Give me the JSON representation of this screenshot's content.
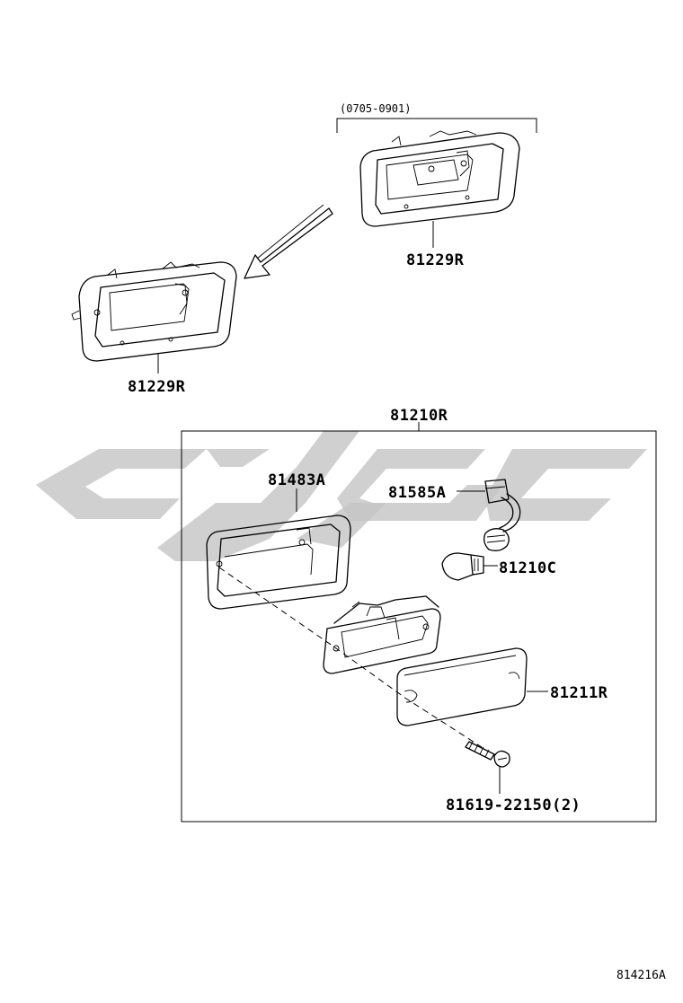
{
  "diagram": {
    "date_range_label": "(0705-0901)",
    "labels": {
      "bezel_upper": "81229R",
      "bezel_lower": "81229R",
      "assembly": "81210R",
      "gasket": "81483A",
      "socket": "81585A",
      "bulb": "81210C",
      "lens": "81211R",
      "screw": "81619-22150(2)"
    },
    "figure_code": "814216A"
  },
  "colors": {
    "line": "#000000",
    "watermark": "#c4c4c4",
    "background": "#ffffff"
  }
}
